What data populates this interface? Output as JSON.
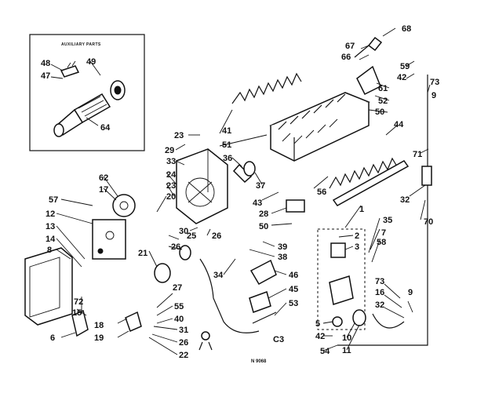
{
  "diagram": {
    "inset_title": "AUXILIARY PARTS",
    "section_code": "C3",
    "drawing_number": "N 9068",
    "callouts": [
      "68",
      "67",
      "66",
      "59",
      "42",
      "73",
      "9",
      "61",
      "52",
      "50",
      "44",
      "48",
      "49",
      "47",
      "64",
      "23",
      "41",
      "51",
      "29",
      "36",
      "33",
      "24",
      "23",
      "20",
      "62",
      "17",
      "57",
      "12",
      "13",
      "14",
      "8",
      "37",
      "43",
      "28",
      "50",
      "56",
      "32",
      "71",
      "70",
      "1",
      "35",
      "7",
      "58",
      "2",
      "3",
      "30",
      "26",
      "25",
      "21",
      "26",
      "39",
      "38",
      "34",
      "46",
      "45",
      "53",
      "6",
      "72",
      "15",
      "18",
      "19",
      "27",
      "55",
      "40",
      "31",
      "26",
      "22",
      "73",
      "16",
      "32",
      "5",
      "42",
      "54",
      "10",
      "11",
      "9"
    ]
  }
}
